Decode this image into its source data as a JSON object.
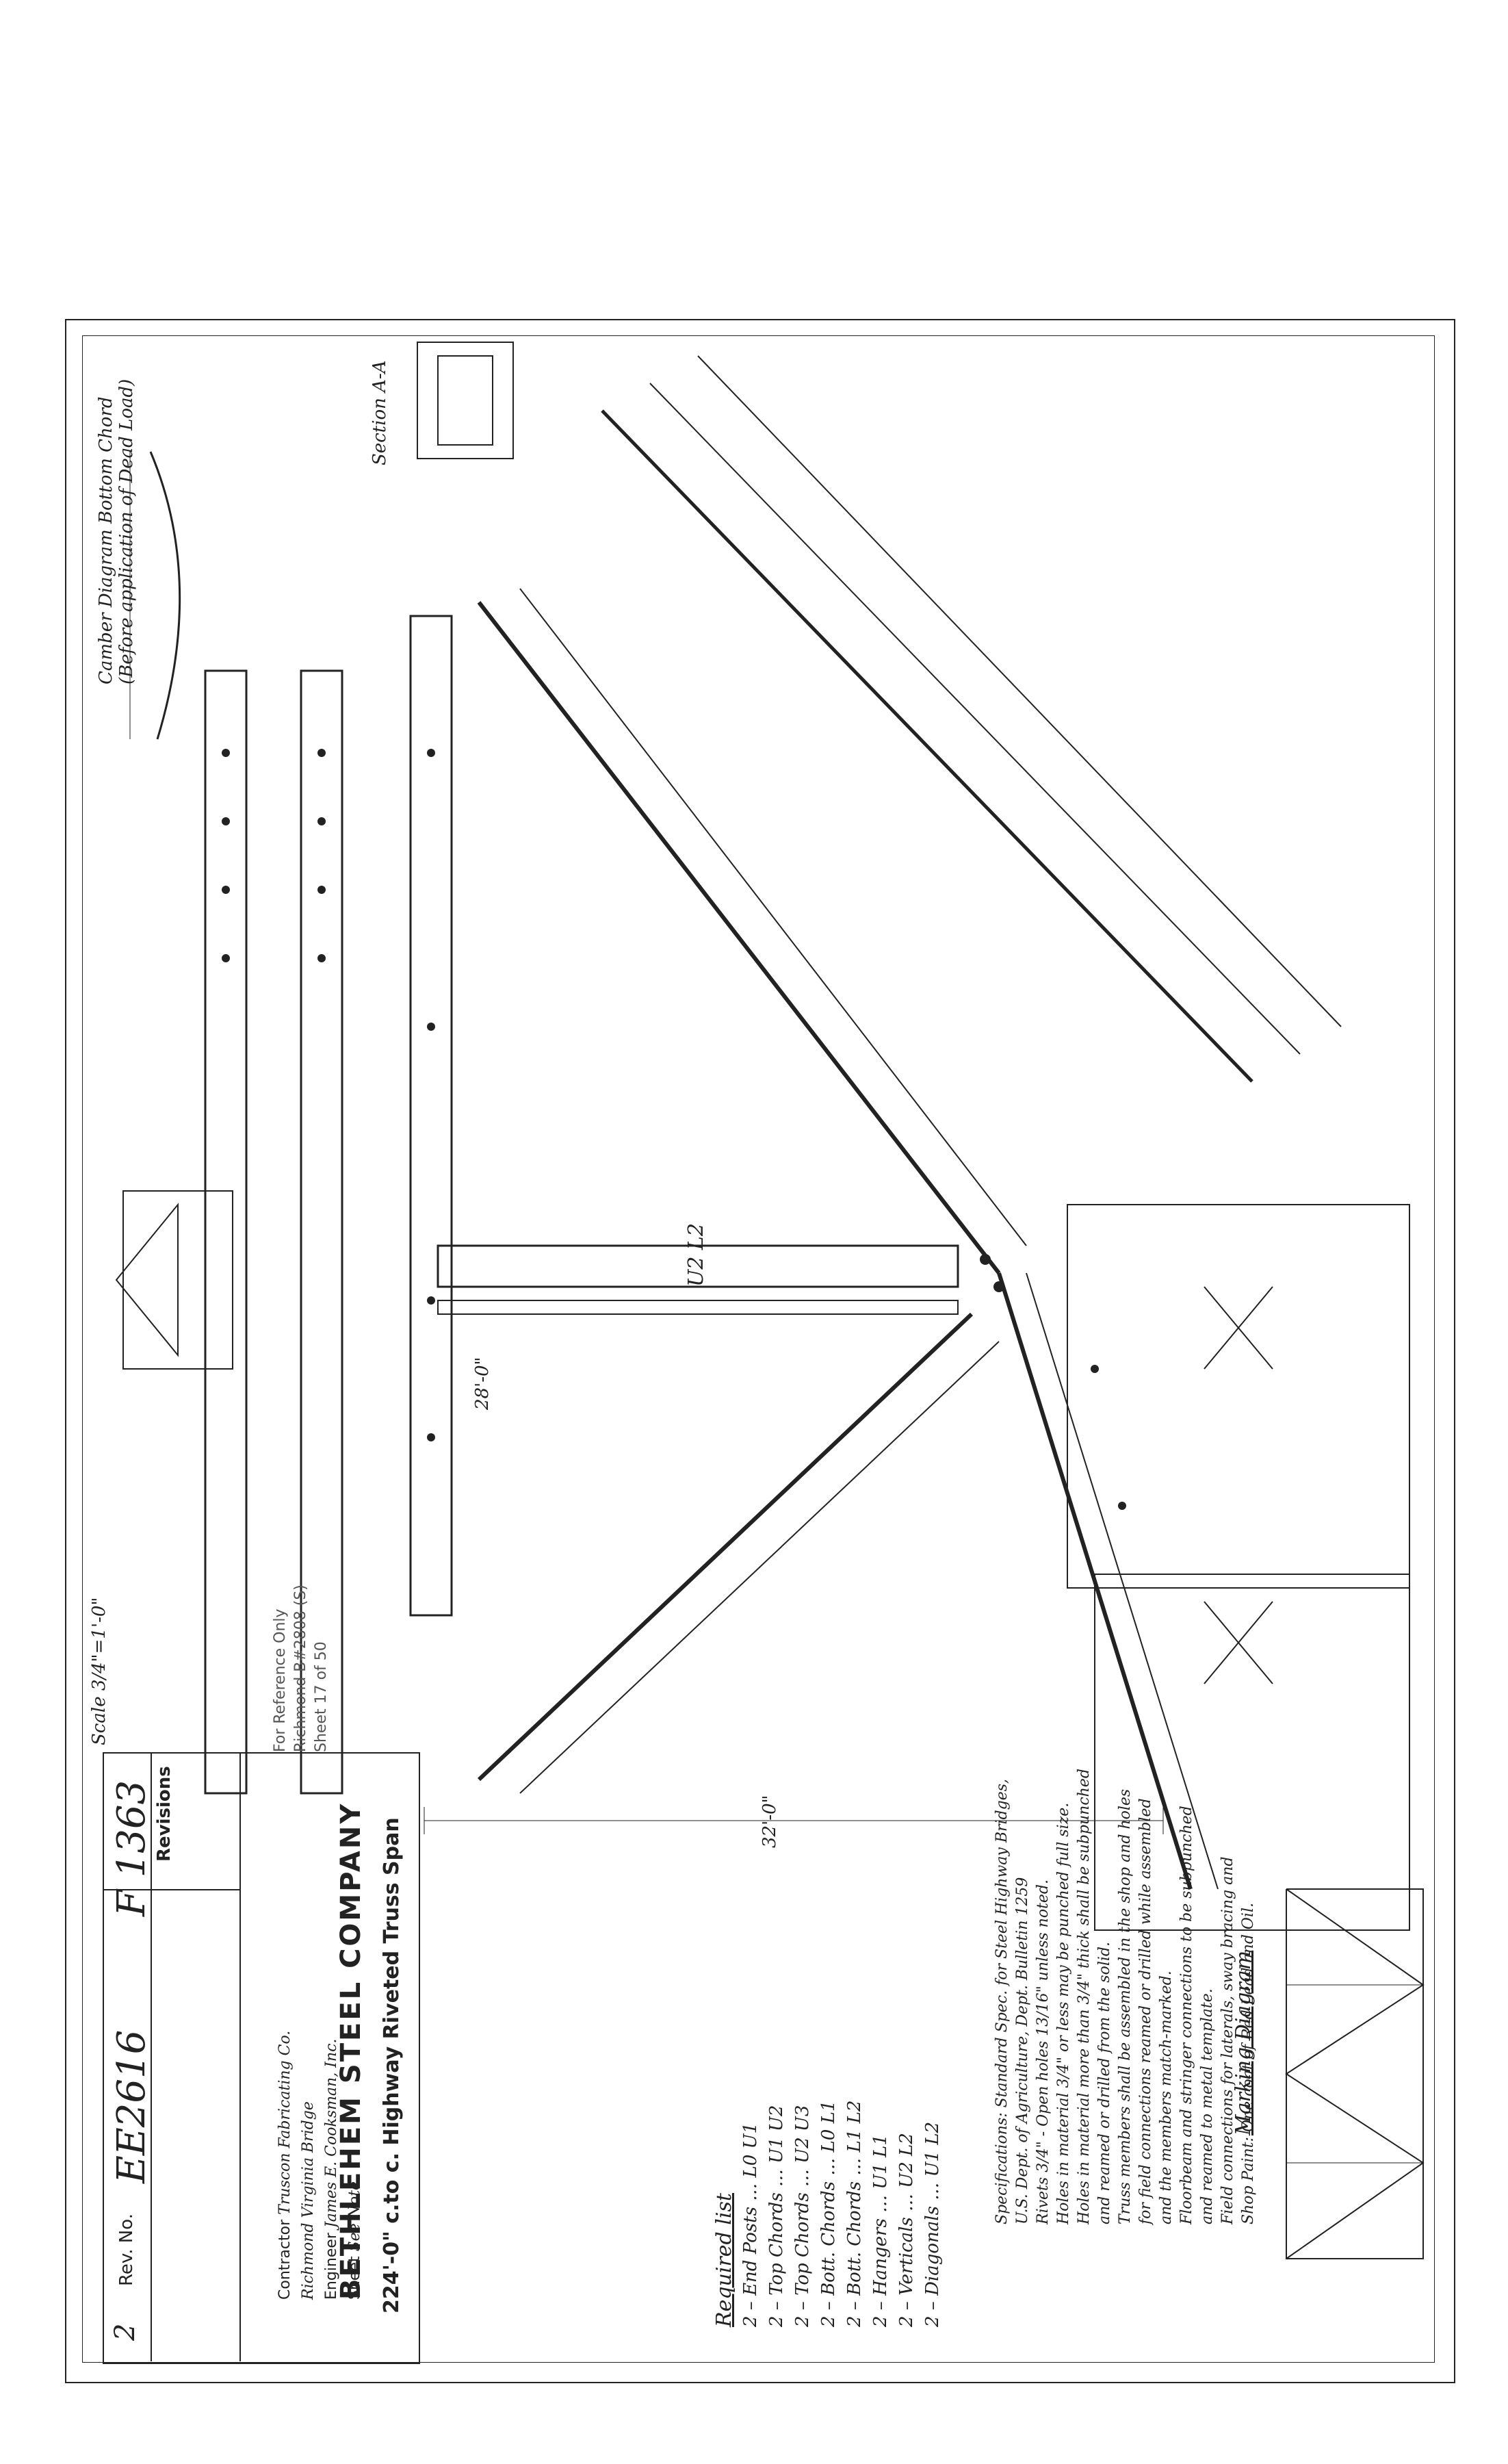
{
  "company": "BETHLEHEM STEEL COMPANY",
  "project": "224'-0\" c.to c. Highway Riveted Truss Span",
  "title_block": {
    "location": "Richmond Virginia Bridge",
    "contractor_label": "Contractor",
    "contractor": "Truscon Fabricating Co.",
    "engineer_label": "Engineer",
    "engineer": "James E. Cooksman, Inc.",
    "sheet_label": "Sheet",
    "sheet": "See Note",
    "drawing_no": "EE2616",
    "order_no": "F 1363",
    "rev_label": "Rev. No.",
    "rev": "2",
    "revisions_header": "Revisions"
  },
  "reference_note": {
    "line1": "For Reference Only",
    "line2": "Richmond B#2808 (S)",
    "line3": "Sheet 17 of 50"
  },
  "scale_note": "Scale 3/4\"=1'-0\"",
  "required_list": {
    "title": "Required list",
    "items": [
      {
        "qty": "2",
        "name": "End Posts",
        "mark": "L0 U1"
      },
      {
        "qty": "2",
        "name": "Top Chords",
        "mark": "U1 U2"
      },
      {
        "qty": "2",
        "name": "Top Chords",
        "mark": "U2 U3"
      },
      {
        "qty": "2",
        "name": "Bott. Chords",
        "mark": "L0 L1"
      },
      {
        "qty": "2",
        "name": "Bott. Chords",
        "mark": "L1 L2"
      },
      {
        "qty": "2",
        "name": "Hangers",
        "mark": "U1 L1"
      },
      {
        "qty": "2",
        "name": "Verticals",
        "mark": "U2 L2"
      },
      {
        "qty": "2",
        "name": "Diagonals",
        "mark": "U1 L2"
      }
    ]
  },
  "specs_note": [
    "Specifications: Standard Spec. for Steel Highway Bridges,",
    "U.S. Dept. of Agriculture, Dept. Bulletin 1259",
    "Rivets 3/4\" - Open holes 13/16\" unless noted.",
    "Holes in material 3/4\" or less may be punched full size.",
    "Holes in material more than 3/4\" thick shall be subpunched",
    "and reamed or drilled from the solid.",
    "Truss members shall be assembled in the shop and holes",
    "for field connections reamed or drilled while assembled",
    "and the members match-marked.",
    "Floorbeam and stringer connections to be subpunched",
    "and reamed to metal template.",
    "Field connections for laterals, sway bracing and",
    "Shop Paint: One coat of Red Lead and Oil."
  ],
  "marking_diagram": {
    "title": "Marking Diagram"
  },
  "camber_note": {
    "line1": "Camber Diagram Bottom Chord",
    "line2": "(Before application of Dead Load)"
  },
  "section_label": "Section A-A",
  "dimension_labels": {
    "overall": "32'-0\"",
    "panel": "28'-0\"",
    "vertical": "U2 L2"
  },
  "colors": {
    "ink": "#222222",
    "paper": "#ffffff"
  }
}
